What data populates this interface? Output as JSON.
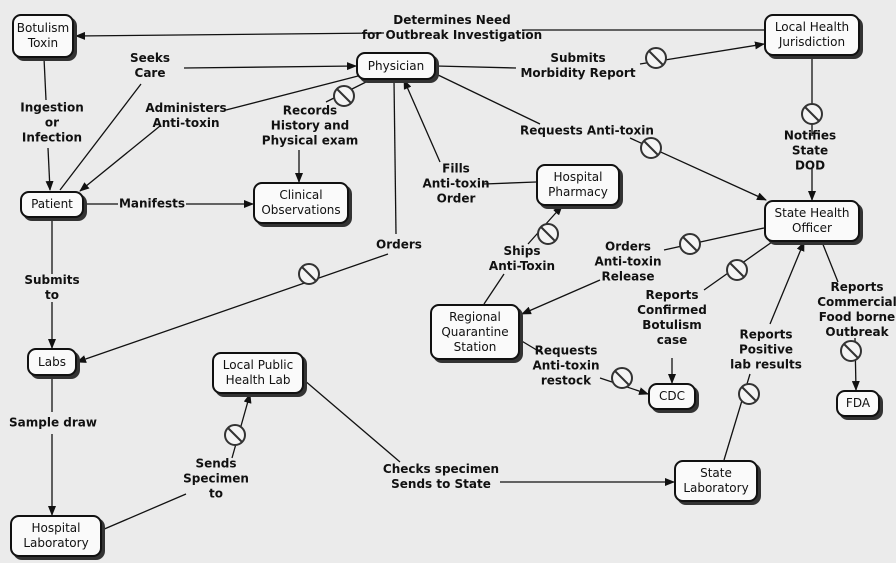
{
  "nodes": {
    "botulism_toxin": "Botulism\nToxin",
    "physician": "Physician",
    "local_health_jurisdiction": "Local Health\nJurisdiction",
    "patient": "Patient",
    "clinical_observations": "Clinical\nObservations",
    "hospital_pharmacy": "Hospital\nPharmacy",
    "state_health_officer": "State Health\nOfficer",
    "labs": "Labs",
    "regional_quarantine_station": "Regional\nQuarantine\nStation",
    "local_public_health_lab": "Local Public\nHealth Lab",
    "cdc": "CDC",
    "fda": "FDA",
    "hospital_laboratory": "Hospital\nLaboratory",
    "state_laboratory": "State\nLaboratory"
  },
  "edges": {
    "determines_need": "Determines Need\nfor Outbreak Investigation",
    "seeks_care": "Seeks\nCare",
    "submits_morbidity": "Submits\nMorbidity Report",
    "ingestion": "Ingestion\nor\nInfection",
    "administers": "Administers\nAnti-toxin",
    "records_history": "Records\nHistory and\nPhysical exam",
    "requests_antitoxin": "Requests Anti-toxin",
    "notifies_state": "Notifies State\nDOD",
    "fills_order": "Fills\nAnti-toxin\nOrder",
    "manifests": "Manifests",
    "ships": "Ships\nAnti-Toxin",
    "orders_release": "Orders\nAnti-toxin\nRelease",
    "orders": "Orders",
    "submits_to": "Submits\nto",
    "reports_confirmed": "Reports\nConfirmed\nBotulism\ncase",
    "reports_commercial": "Reports\nCommercial\nFood borne\nOutbreak",
    "reports_positive": "Reports\nPositive\nlab results",
    "requests_restock": "Requests\nAnti-toxin\nrestock",
    "sample_draw": "Sample draw",
    "sends_specimen": "Sends\nSpecimen\nto",
    "checks_specimen": "Checks specimen\nSends to State"
  }
}
